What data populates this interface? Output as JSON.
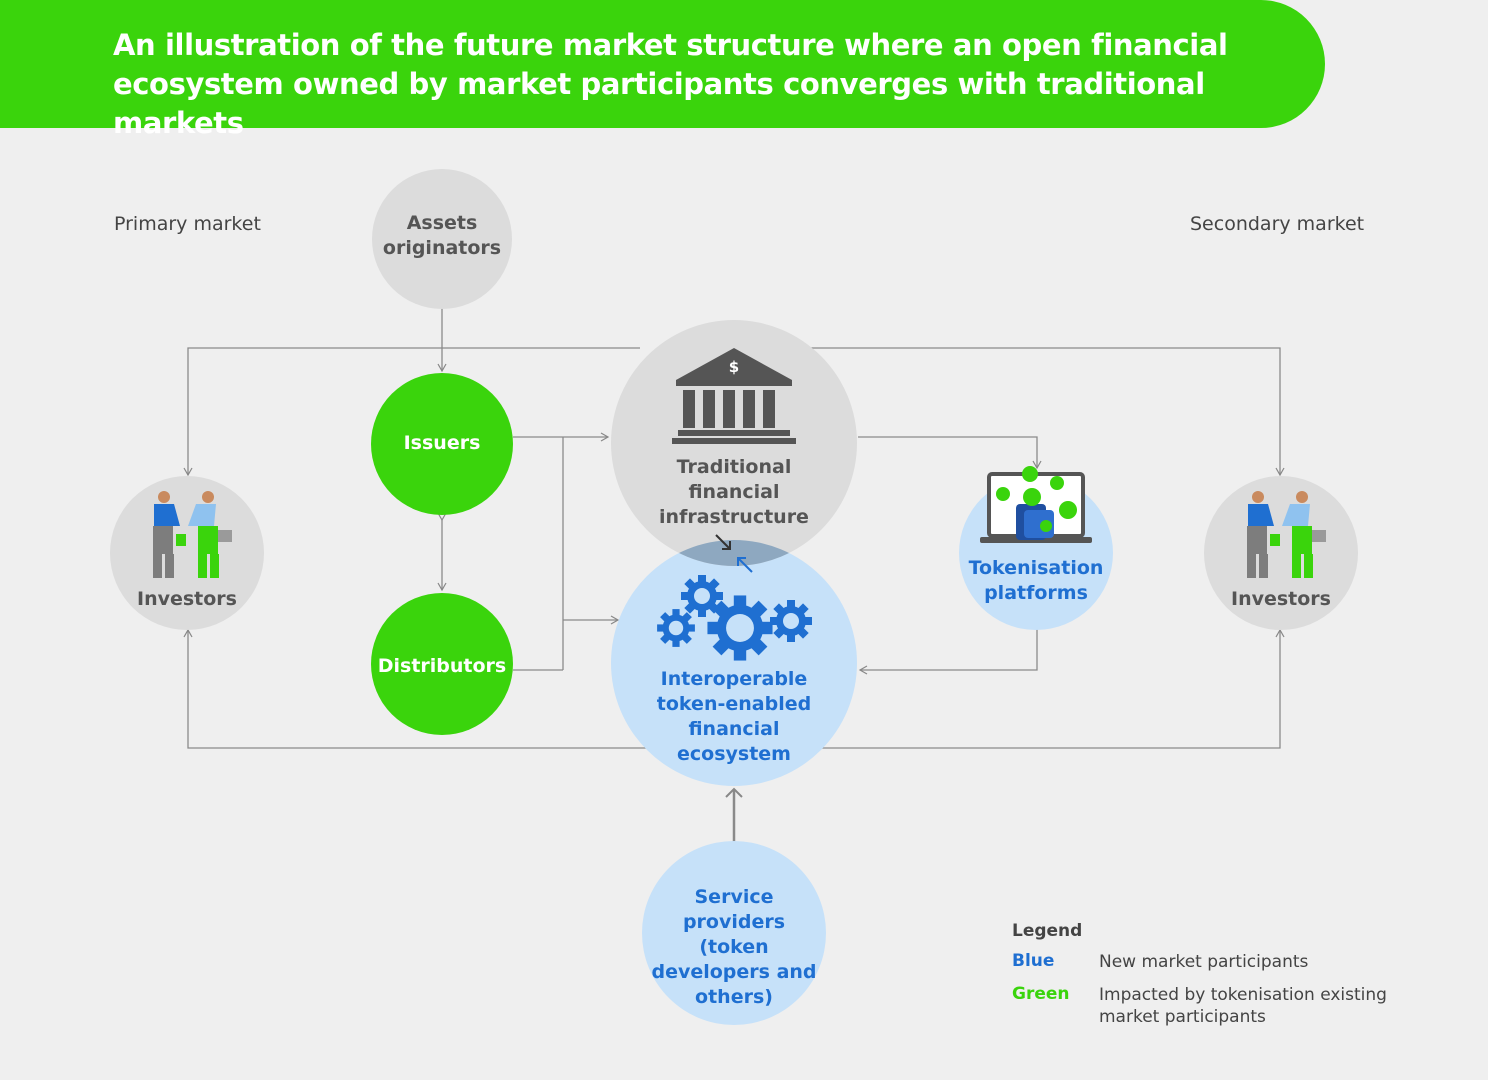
{
  "title": "An illustration of the future market structure where an open financial ecosystem owned by market participants converges with traditional markets",
  "labels": {
    "primary_market": "Primary market",
    "secondary_market": "Secondary market"
  },
  "nodes": {
    "assets_originators": "Assets originators",
    "issuers": "Issuers",
    "distributors": "Distributors",
    "traditional": "Traditional financial infrastructure",
    "interoperable": "Interoperable token-enabled financial ecosystem",
    "tokenisation": "Tokenisation platforms",
    "investors_left": "Investors",
    "investors_right": "Investors",
    "service_providers": "Service providers (token developers and others)"
  },
  "legend": {
    "title": "Legend",
    "items": [
      {
        "key": "Blue",
        "desc": "New market participants"
      },
      {
        "key": "Green",
        "desc": "Impacted by tokenisation existing market participants"
      }
    ]
  },
  "colors": {
    "green": "#3ad40c",
    "blue": "#1f6fd1",
    "light_blue": "#c6e1f9",
    "grey_circle": "#dcdcdc",
    "line": "#888888"
  },
  "icons": {
    "bank": "bank-building-icon",
    "gears": "gears-icon",
    "laptop": "laptop-coins-icon",
    "handshake": "handshake-icon"
  }
}
